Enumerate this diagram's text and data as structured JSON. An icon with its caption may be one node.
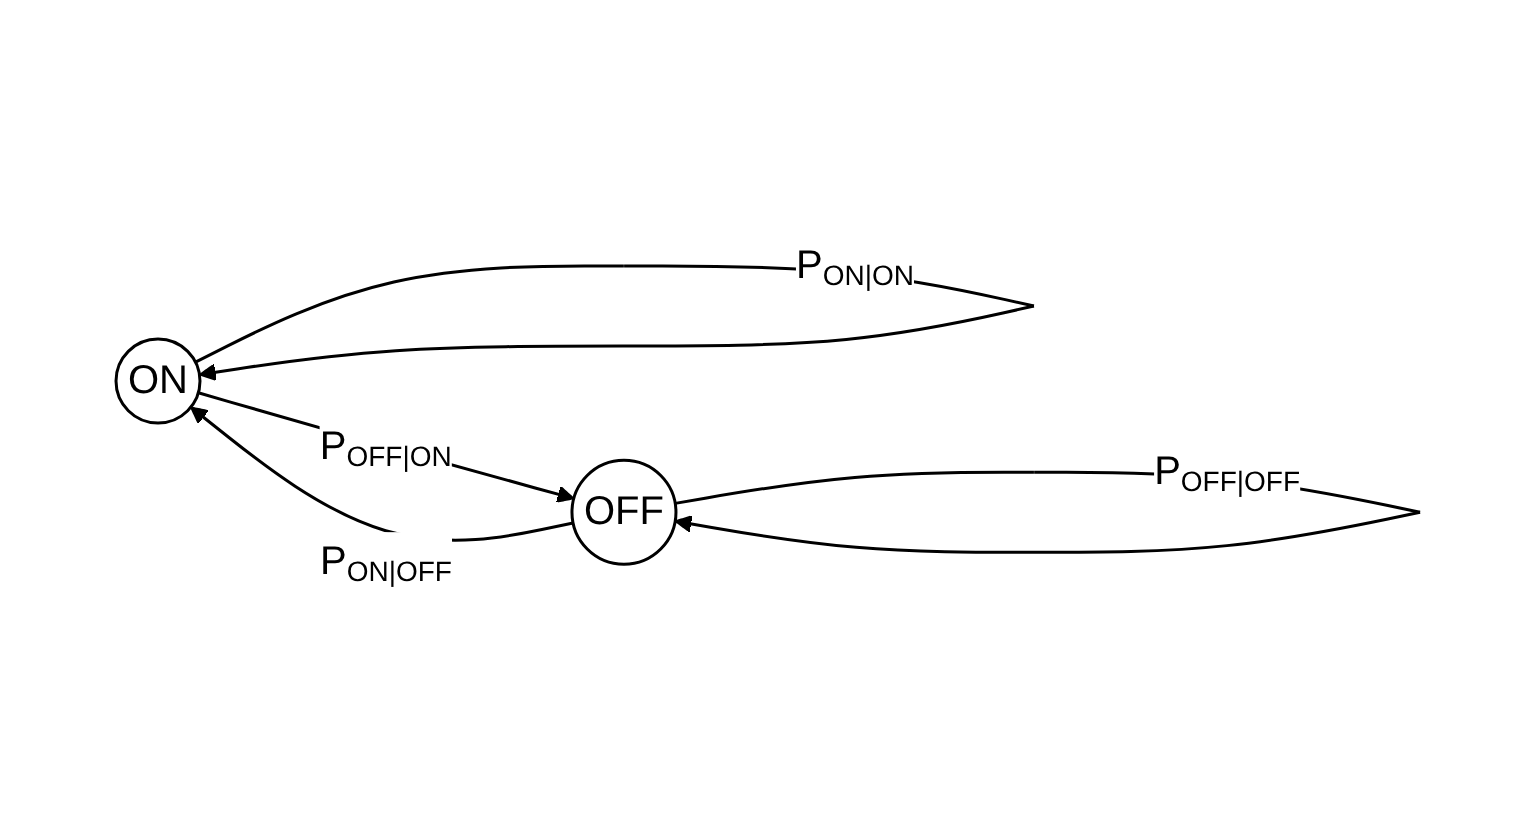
{
  "diagram": {
    "nodes": [
      {
        "text": [
          "ON"
        ]
      },
      {
        "text": [
          "OFF"
        ]
      }
    ],
    "edges": [
      {
        "from": 0,
        "to": 0,
        "arrow": "to",
        "label": "P$_{ON|ON}$"
      },
      {
        "from": 1,
        "to": 0,
        "arrow": "to",
        "label": "P$_{ON|OFF}$"
      },
      {
        "from": 1,
        "to": 1,
        "arrow": "to",
        "label": "P$_{OFF|OFF}$"
      },
      {
        "from": 0,
        "to": 1,
        "arrow": "to",
        "label": "P$_{OFF|ON}$"
      }
    ]
  }
}
